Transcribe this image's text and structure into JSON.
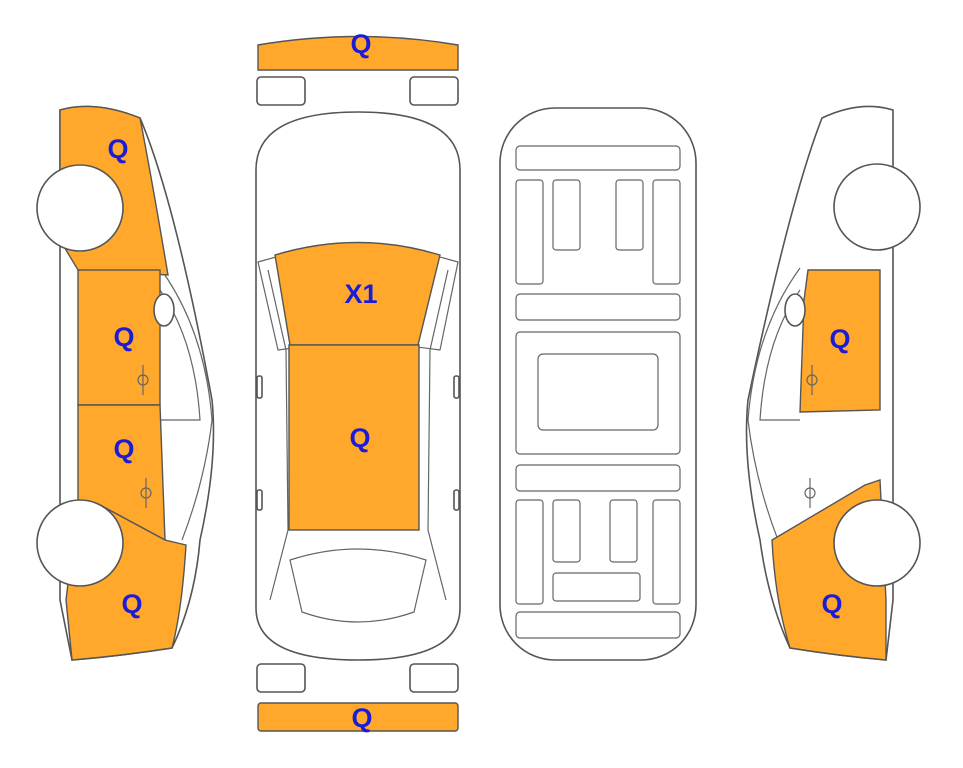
{
  "colors": {
    "damage_fill": "#FFA82C",
    "label_text": "#1C1CD6",
    "outline": "#555555"
  },
  "labels": {
    "front_bumper": "Q",
    "rear_bumper": "Q",
    "roof": "X1",
    "hood": "Q",
    "left_front_fender": "Q",
    "left_front_door": "Q",
    "left_rear_door": "Q",
    "left_rear_quarter": "Q",
    "right_front_door": "Q",
    "right_rear_quarter": "Q"
  }
}
